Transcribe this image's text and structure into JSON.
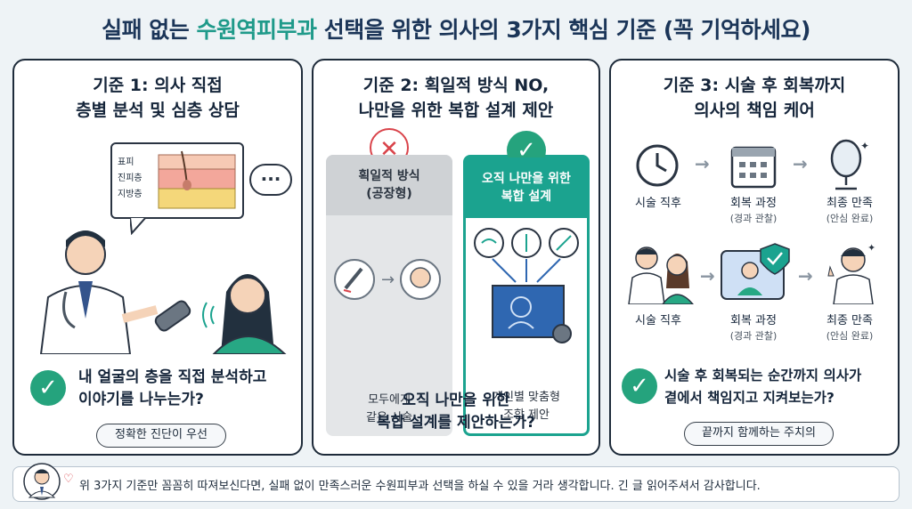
{
  "header": {
    "title_pre": "실패 없는 ",
    "title_accent": "수원역피부과",
    "title_post": " 선택을 위한 의사의 3가지 핵심 기준 (꼭 기억하세요)"
  },
  "criteria": [
    {
      "title_line1": "기준 1: 의사 직접",
      "title_line2": "층별 분석 및 심층 상담",
      "skin_layers": [
        "표피",
        "진피층",
        "지방층"
      ],
      "question_line1": "내 얼굴의 층을 직접 분석하고",
      "question_line2": "이야기를 나누는가?",
      "pill": "정확한 진단이 우선"
    },
    {
      "title_line1": "기준 2: 획일적 방식 NO,",
      "title_line2": "나만을 위한 복합 설계 제안",
      "left_panel": {
        "head_line1": "획일적 방식",
        "head_line2": "(공장형)",
        "foot_line1": "모두에게",
        "foot_line2": "같은 시술"
      },
      "right_panel": {
        "head_line1": "오직 나만을 위한",
        "head_line2": "복합 설계",
        "foot_line1": "개인별 맞춤형",
        "foot_line2": "조합 제안"
      },
      "question_line1": "오직 나만을 위한",
      "question_line2": "복합 설계를 제안하는가?"
    },
    {
      "title_line1": "기준 3: 시술 후 회복까지",
      "title_line2": "의사의 책임 케어",
      "steps_row1": [
        {
          "label": "시술 직후",
          "sub": ""
        },
        {
          "label": "회복 과정",
          "sub": "(경과 관찰)"
        },
        {
          "label": "최종 만족",
          "sub": "(안심 완료)"
        }
      ],
      "steps_row2": [
        {
          "label": "시술 직후",
          "sub": ""
        },
        {
          "label": "회복 과정",
          "sub": "(경과 관찰)"
        },
        {
          "label": "최종 만족",
          "sub": "(안심 완료)"
        }
      ],
      "question_line1": "시술 후 회복되는 순간까지 의사가",
      "question_line2": "곁에서 책임지고 지켜보는가?",
      "pill": "끝까지 함께하는 주치의"
    }
  ],
  "footer": {
    "text": "위 3가지 기준만 꼼꼼히 따져보신다면, 실패 없이 만족스러운 수원피부과 선택을 하실 수 있을 거라 생각합니다. 긴 글 읽어주셔서 감사합니다."
  },
  "colors": {
    "accent": "#1f9a8a",
    "check": "#25a37d",
    "cross": "#d9434a",
    "navy": "#1b3558"
  }
}
